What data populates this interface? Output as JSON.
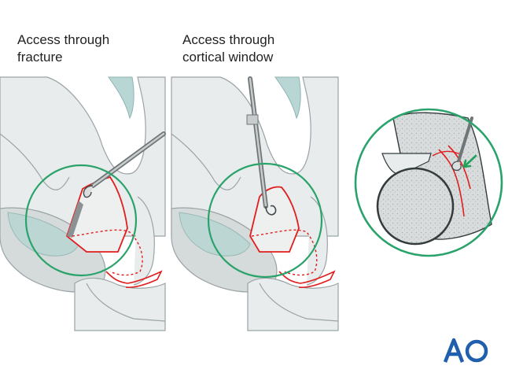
{
  "panels": {
    "left": {
      "caption": "Access through\nfracture"
    },
    "right": {
      "caption": "Access through\ncortical window"
    }
  },
  "logo": {
    "text": "AO",
    "color": "#1f5fad"
  },
  "colors": {
    "bone_fill": "#e9ecec",
    "bone_stroke": "#9aa4a6",
    "cartilage": "#b8d6d4",
    "fracture_red": "#e01e1e",
    "magnifier_green": "#2aa36b",
    "instrument_gray": "#6f7678"
  }
}
